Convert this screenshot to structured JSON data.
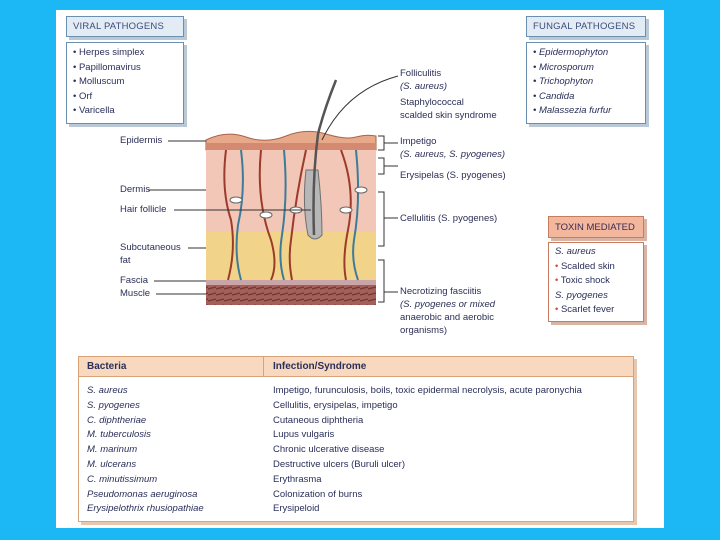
{
  "viral": {
    "title": "VIRAL PATHOGENS",
    "items": [
      "Herpes simplex",
      "Papillomavirus",
      "Molluscum",
      "Orf",
      "Varicella"
    ]
  },
  "fungal": {
    "title": "FUNGAL PATHOGENS",
    "items": [
      "Epidermophyton",
      "Microsporum",
      "Trichophyton",
      "Candida",
      "Malassezia furfur"
    ]
  },
  "toxin": {
    "title": "TOXIN MEDIATED",
    "items": [
      "S. aureus",
      "Scalded skin",
      "Toxic shock",
      "S. pyogenes",
      "Scarlet fever"
    ]
  },
  "left_labels": {
    "epidermis": "Epidermis",
    "dermis": "Dermis",
    "hair_follicle": "Hair follicle",
    "subcutaneous": "Subcutaneous",
    "fat": "fat",
    "fascia": "Fascia",
    "muscle": "Muscle"
  },
  "right_labels": {
    "folliculitis": "Folliculitis",
    "folliculitis_org": "(S. aureus)",
    "ssss_1": "Staphylococcal",
    "ssss_2": "scalded skin syndrome",
    "impetigo": "Impetigo",
    "impetigo_org": "(S. aureus, S. pyogenes)",
    "erysipelas": "Erysipelas (S. pyogenes)",
    "cellulitis": "Cellulitis (S. pyogenes)",
    "nf_1": "Necrotizing fasciitis",
    "nf_2": "(S. pyogenes or mixed",
    "nf_3": "anaerobic and aerobic",
    "nf_4": "organisms)"
  },
  "table": {
    "headers": [
      "Bacteria",
      "Infection/Syndrome"
    ],
    "rows": [
      [
        "S. aureus",
        "Impetigo, furunculosis, boils, toxic epidermal necrolysis, acute paronychia"
      ],
      [
        "S. pyogenes",
        "Cellulitis, erysipelas, impetigo"
      ],
      [
        "C. diphtheriae",
        "Cutaneous diphtheria"
      ],
      [
        "M. tuberculosis",
        "Lupus vulgaris"
      ],
      [
        "M. marinum",
        "Chronic ulcerative disease"
      ],
      [
        "M. ulcerans",
        "Destructive ulcers (Buruli ulcer)"
      ],
      [
        "C. minutissimum",
        "Erythrasma"
      ],
      [
        "Pseudomonas aeruginosa",
        "Colonization of burns"
      ],
      [
        "Erysipelothrix rhusiopathiae",
        "Erysipeloid"
      ]
    ]
  },
  "colors": {
    "background": "#1cb8f5",
    "box_blue": "#e3ecf5",
    "box_salmon": "#f3b79e",
    "table_header": "#f8d9bf",
    "bullet_red": "#d2473a"
  }
}
